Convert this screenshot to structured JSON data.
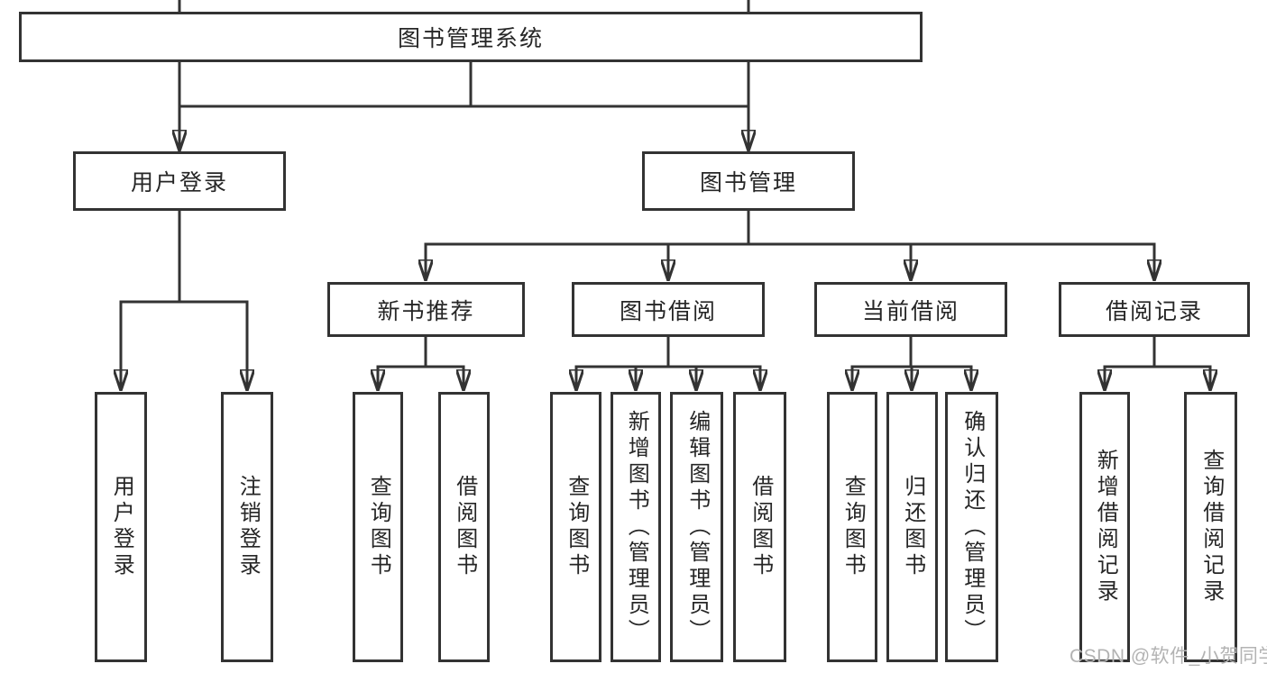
{
  "diagram": {
    "root": {
      "id": "library-management-system",
      "label": "图书管理系统"
    },
    "level2": [
      {
        "id": "user-login",
        "label": "用户登录"
      },
      {
        "id": "book-management",
        "label": "图书管理"
      }
    ],
    "level3": [
      {
        "id": "new-book-recommend",
        "parent": "book-management",
        "label": "新书推荐"
      },
      {
        "id": "book-borrowing",
        "parent": "book-management",
        "label": "图书借阅"
      },
      {
        "id": "current-borrowing",
        "parent": "book-management",
        "label": "当前借阅"
      },
      {
        "id": "borrowing-records",
        "parent": "book-management",
        "label": "借阅记录"
      }
    ],
    "leaves": [
      {
        "parent": "user-login",
        "label": "用户登录"
      },
      {
        "parent": "user-login",
        "label": "注销登录"
      },
      {
        "parent": "new-book-recommend",
        "label": "查询图书"
      },
      {
        "parent": "new-book-recommend",
        "label": "借阅图书"
      },
      {
        "parent": "book-borrowing",
        "label": "查询图书"
      },
      {
        "parent": "book-borrowing",
        "label": "新增图书（管理员）"
      },
      {
        "parent": "book-borrowing",
        "label": "编辑图书（管理员）"
      },
      {
        "parent": "book-borrowing",
        "label": "借阅图书"
      },
      {
        "parent": "current-borrowing",
        "label": "查询图书"
      },
      {
        "parent": "current-borrowing",
        "label": "归还图书"
      },
      {
        "parent": "current-borrowing",
        "label": "确认归还（管理员）"
      },
      {
        "parent": "borrowing-records",
        "label": "新增借阅记录"
      },
      {
        "parent": "borrowing-records",
        "label": "查询借阅记录"
      }
    ]
  },
  "watermark": {
    "text": "CSDN @软件_小贺同学"
  },
  "colors": {
    "line": "#333333",
    "text": "#262626",
    "watermark": "#b3b3b3",
    "background": "#ffffff"
  }
}
